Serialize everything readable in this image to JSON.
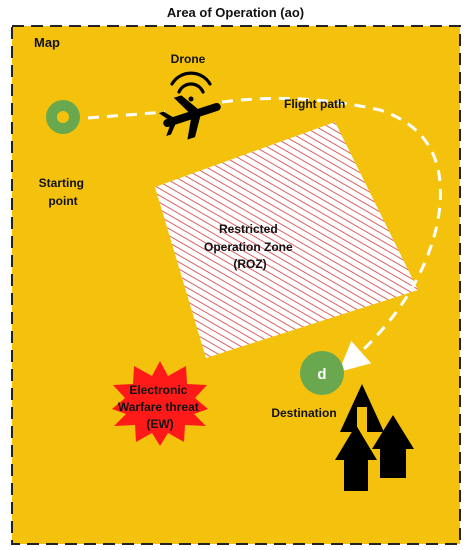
{
  "title": "Area of Operation (ao)",
  "map_label": "Map",
  "drone_label": "Drone",
  "flight_path_label": "Flight path",
  "start": {
    "line1": "Starting",
    "line2": "point"
  },
  "roz": {
    "line1": "Restricted",
    "line2": "Operation Zone",
    "line3": "(ROZ)"
  },
  "ew": {
    "line1": "Electronic",
    "line2": "Warfare threat",
    "line3": "(EW)"
  },
  "destination": {
    "marker": "d",
    "label": "Destination"
  },
  "colors": {
    "background": "#f4c20d",
    "border": "#222222",
    "start_ring": "#6aa84f",
    "start_core": "#f4c20d",
    "destination": "#6aa84f",
    "roz_hatch": "#d23a3a",
    "ew_fill": "#ff1a1a",
    "path": "#ffffff",
    "icons": "#000000"
  },
  "icons": {
    "start": "start-point-icon",
    "drone": "drone-airplane-icon",
    "signal": "wifi-signal-icon",
    "destination": "destination-circle-icon",
    "buildings": "building-arrows-icon",
    "ew": "starburst-icon"
  }
}
